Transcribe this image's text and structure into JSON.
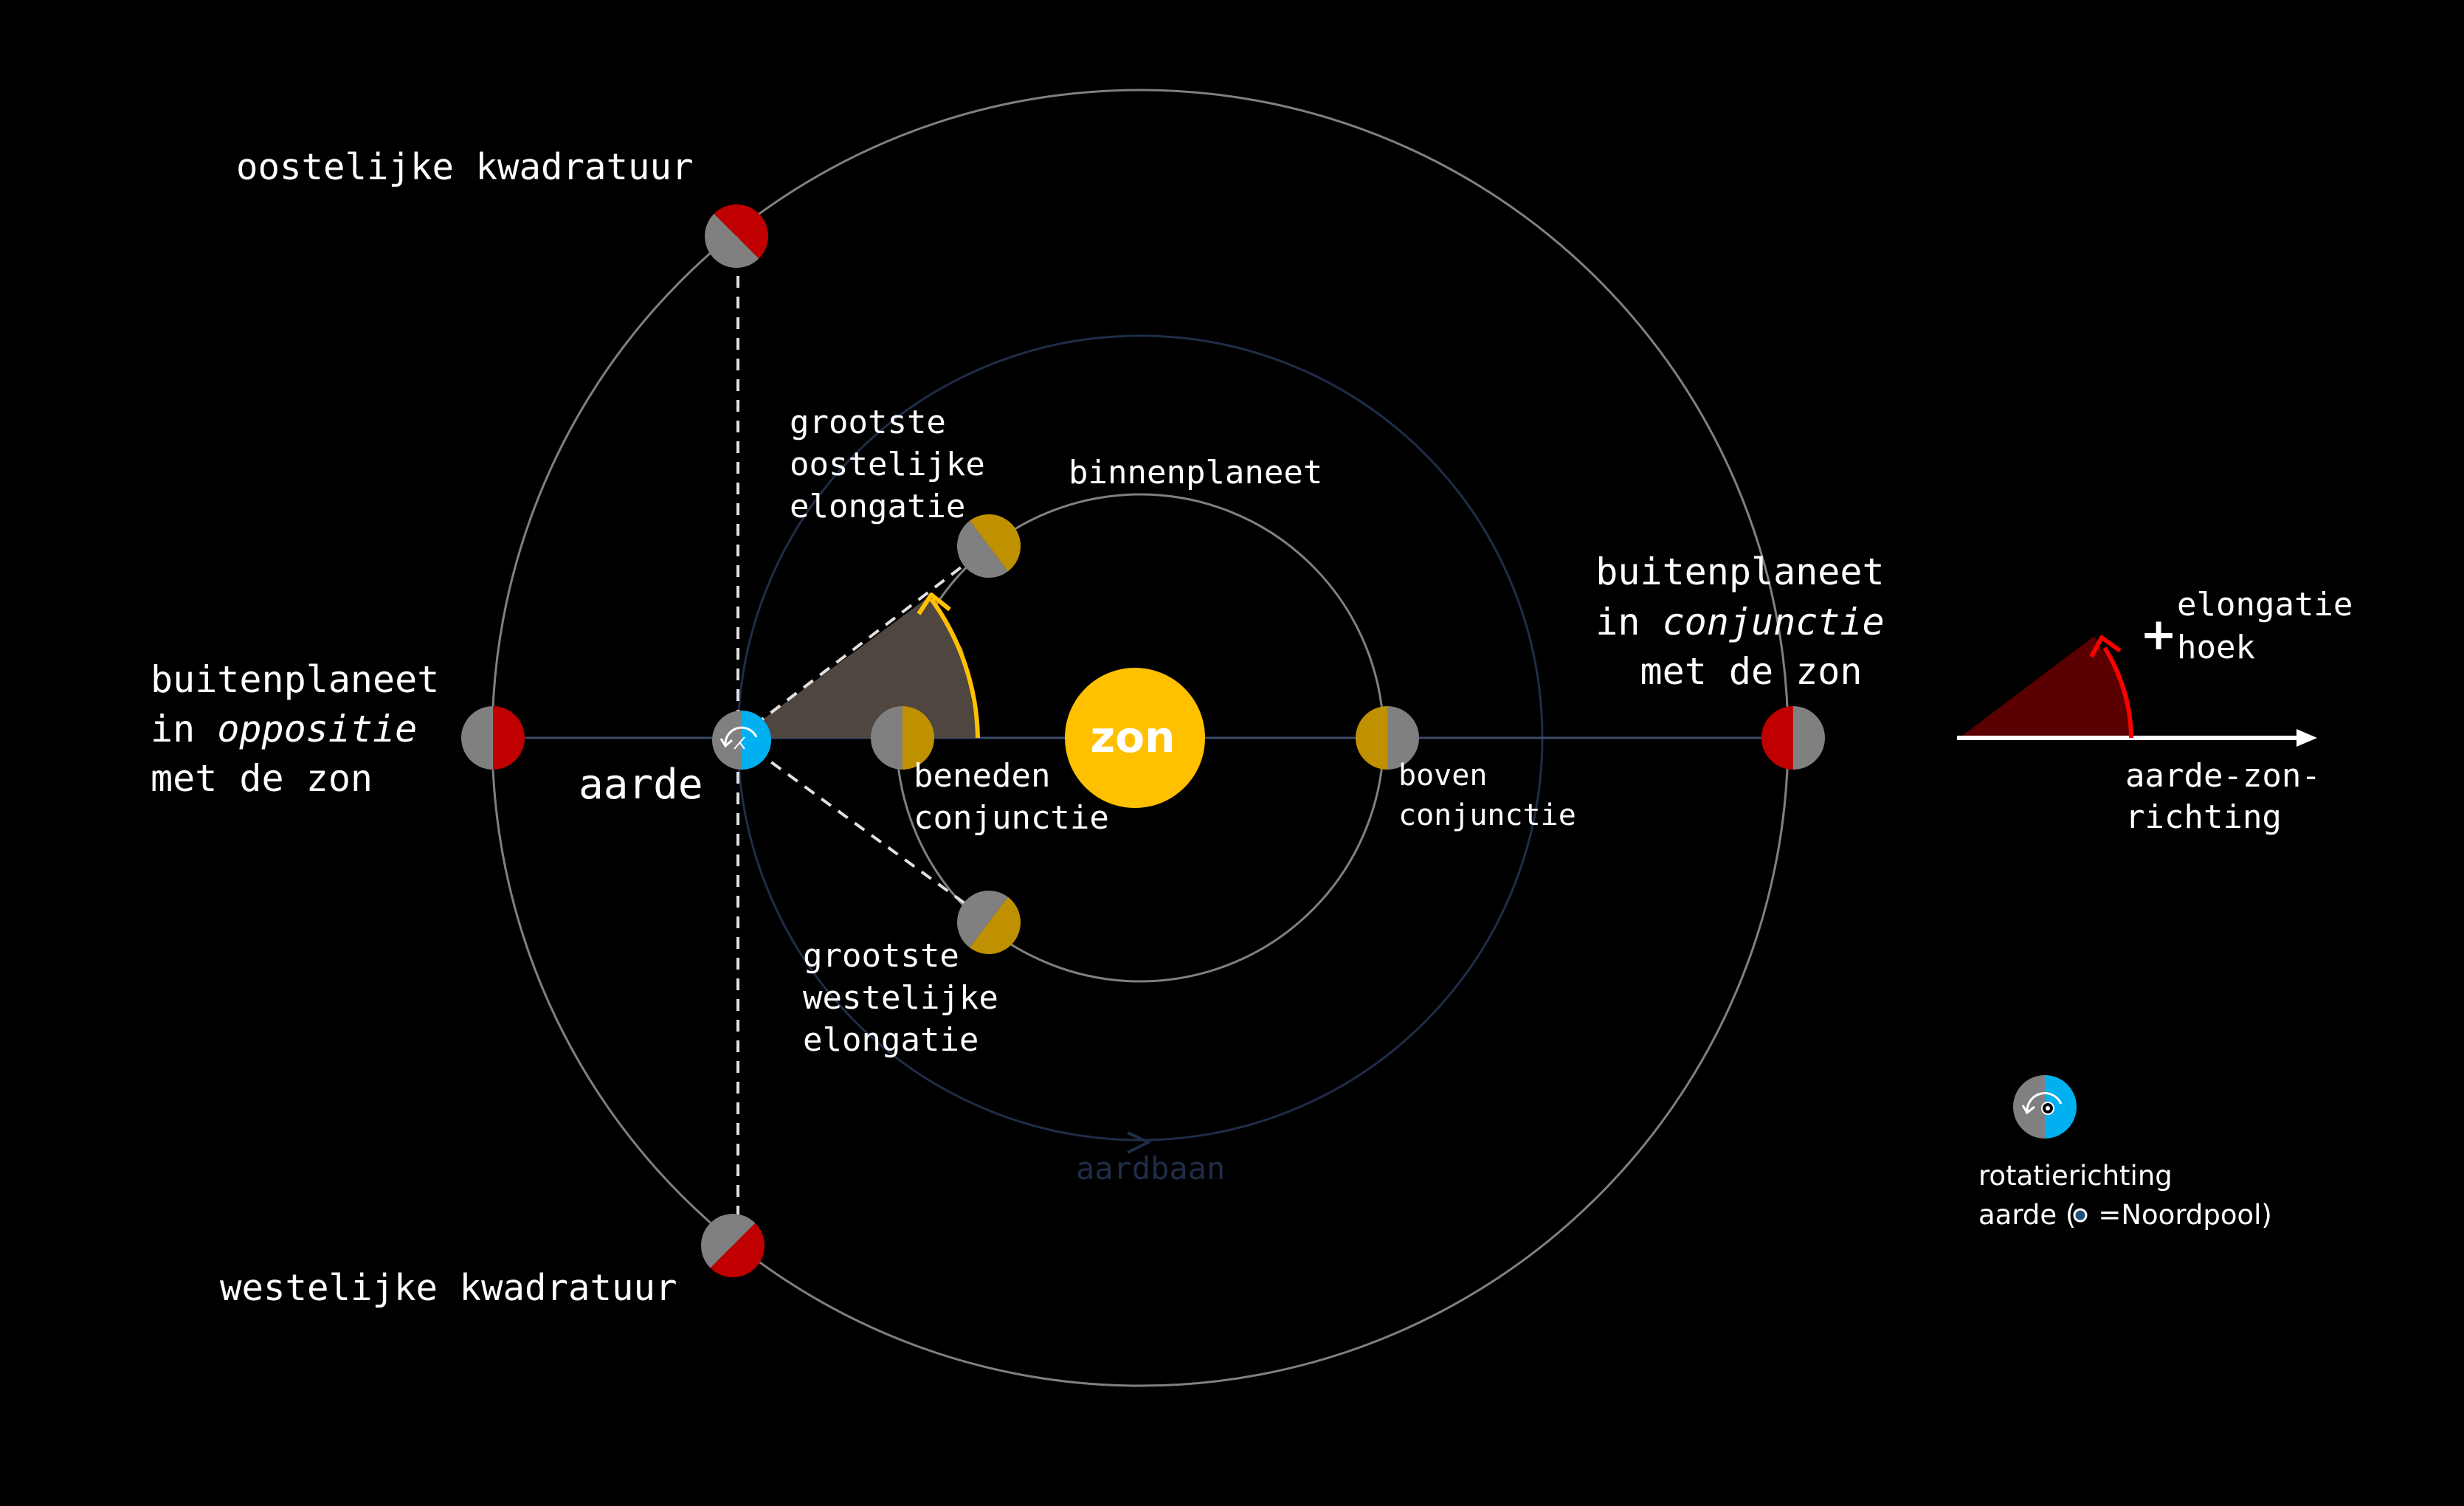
{
  "labels": {
    "east_quadrature": "oostelijke kwadratuur",
    "west_quadrature": "westelijke kwadratuur",
    "greatest_east": [
      "grootste",
      "oostelijke",
      "elongatie"
    ],
    "greatest_west": [
      "grootste",
      "westelijke",
      "elongatie"
    ],
    "inner_planet": "binnenplaneet",
    "outer_conj_1": "buitenplaneet",
    "outer_conj_2_a": "in ",
    "outer_conj_2_b": "conjunctie",
    "outer_conj_3": "met de zon",
    "outer_opp_1": "buitenplaneet",
    "outer_opp_2_a": "in ",
    "outer_opp_2_b": "oppositie",
    "outer_opp_3": "met de zon",
    "earth": "aarde",
    "sun": "zon",
    "inferior_conj": [
      "beneden",
      "conjunctie"
    ],
    "superior_conj": [
      "boven",
      "conjunctie"
    ],
    "earth_orbit": "aardbaan",
    "elongation_angle": [
      "elongatie",
      "hoek"
    ],
    "plus_sign": "+",
    "earth_sun_direction": [
      "aarde-zon-",
      "richting"
    ],
    "rotation_legend_1": "rotatierichting",
    "rotation_legend_2_a": "aarde (",
    "rotation_legend_2_b": "=Noordpool)"
  },
  "icons": {
    "sun": "sun",
    "earth": "earth-rotation-icon",
    "outer_planet": "outer-planet",
    "inner_planet": "inner-planet"
  },
  "colors": {
    "background": "#000000",
    "sun": "#FFC000",
    "outer_planet_lit": "#C00000",
    "inner_planet_lit": "#BF9000",
    "planet_dark": "#808080",
    "earth": "#00B0F0",
    "orbit": "#808080",
    "earth_orbit": "#1F2D47",
    "arc_inner": "#FFC000",
    "arc_legend": "#FF0000",
    "wedge_inner": "#4F4640",
    "wedge_legend": "#5A0000"
  }
}
